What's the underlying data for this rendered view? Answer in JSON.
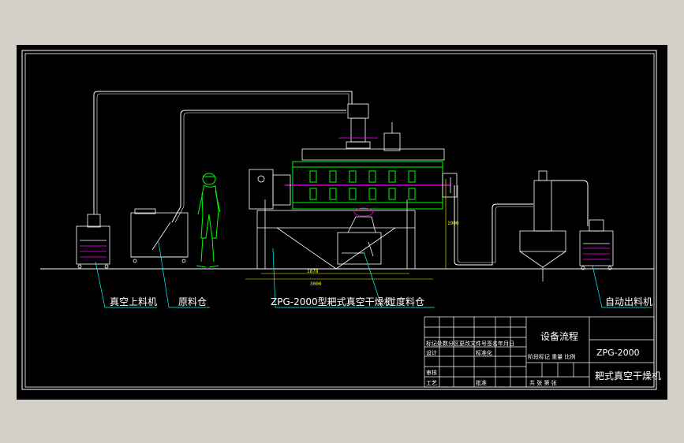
{
  "labels": {
    "vacuum_feeder": "真空上料机",
    "raw_bin": "原料仓",
    "dryer": "ZPG-2000型耙式真空干燥机",
    "transition_bin": "过度料仓",
    "auto_discharge": "自动出料机"
  },
  "dimensions": {
    "inner_width": "1878",
    "total_width": "3000",
    "height": "1900"
  },
  "title_block": {
    "title": "设备流程",
    "model": "ZPG-2000",
    "name": "耙式真空干燥机",
    "row_mark": "标记处数分区更改文件号签名年月日",
    "row_design": "设计",
    "row_standard": "标准化",
    "row_stage": "阶段标记 重量 比例",
    "row_audit": "审核",
    "row_process": "工艺",
    "row_approve": "批准",
    "row_sheets": "共 张 第 张"
  },
  "colors": {
    "background": "#000000",
    "outline": "#ffffff",
    "equipment": "#00ff00",
    "pipe": "#ffffff",
    "accent": "#ff00ff",
    "dimension": "#ffff00",
    "pointer": "#00ffff"
  }
}
